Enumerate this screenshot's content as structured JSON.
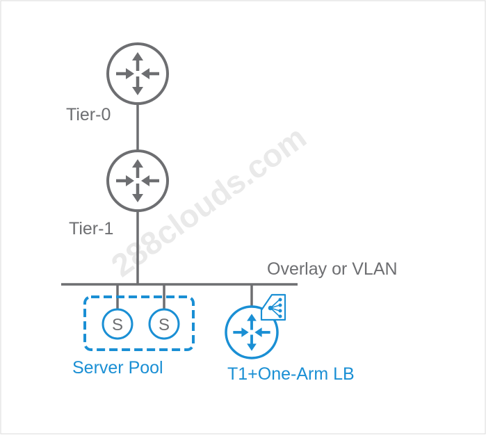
{
  "diagram": {
    "labels": {
      "tier0": "Tier-0",
      "tier1": "Tier-1",
      "segment": "Overlay or VLAN",
      "server_pool": "Server Pool",
      "lb": "T1+One-Arm LB",
      "server_a": "S",
      "server_b": "S"
    },
    "watermark": "288clouds.com",
    "colors": {
      "gray": "#6d6e71",
      "blue": "#1a8fd4",
      "frame": "#d9d9d9",
      "watermark": "#e9e9e9"
    },
    "icons": {
      "tier0": "router-icon",
      "tier1": "router-icon",
      "lb": "router-icon",
      "lb_badge": "load-balancer-icon"
    }
  }
}
